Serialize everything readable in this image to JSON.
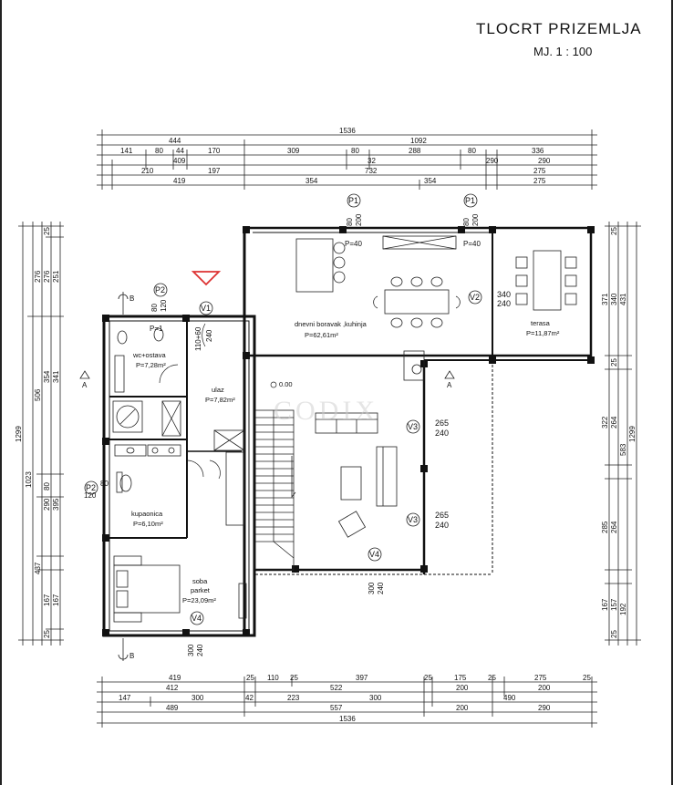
{
  "title": "TLOCRT PRIZEMLJA",
  "scale": "MJ. 1 : 100",
  "watermark": "CODIX",
  "rooms": {
    "living": {
      "name": "dnevni boravak ,kuhinja",
      "area": "P=62,61m²"
    },
    "terrace": {
      "name": "terasa",
      "area": "P=11,87m²"
    },
    "wc": {
      "name": "wc+ostava",
      "area": "P=7,28m²"
    },
    "entrance": {
      "name": "ulaz",
      "area": "P=7,82m²"
    },
    "bathroom": {
      "name": "kupaonica",
      "area": "P=6,10m²"
    },
    "bedroom": {
      "name": "soba",
      "sub": "parket",
      "area": "P=23,09m²"
    }
  },
  "level_mark": "0.00",
  "sections": {
    "a": "A",
    "b": "B"
  },
  "openings": {
    "p1_left": {
      "tag": "P1",
      "w": "80",
      "h": "200",
      "sill": "P=40"
    },
    "p1_right": {
      "tag": "P1",
      "w": "80",
      "h": "200",
      "sill": "P=40"
    },
    "p2_top": {
      "tag": "P2",
      "w": "80",
      "h": "120",
      "sill": "P=1"
    },
    "p2_left": {
      "tag": "P2",
      "w": "80",
      "h": "120"
    },
    "v1": {
      "tag": "V1",
      "w": "110+60",
      "h": "240"
    },
    "v2": {
      "tag": "V2",
      "w": "340",
      "h": "240"
    },
    "v3a": {
      "tag": "V3",
      "w": "265",
      "h": "240"
    },
    "v3b": {
      "tag": "V3",
      "w": "265",
      "h": "240"
    },
    "v4a": {
      "tag": "V4",
      "w": "300",
      "h": "240"
    },
    "v4b": {
      "tag": "V4",
      "w": "300",
      "h": "240"
    }
  },
  "dims_top": {
    "row1": [
      "1536"
    ],
    "row2": [
      "444",
      "1092"
    ],
    "row3": [
      "141",
      "80",
      "44",
      "170",
      "309",
      "80",
      "288",
      "80",
      "336"
    ],
    "row4": [
      "409",
      "32",
      "290",
      "290"
    ],
    "row5": [
      "210",
      "197",
      "732",
      "275"
    ],
    "row6": [
      "419",
      "354",
      "354",
      "275"
    ]
  },
  "dims_bottom": {
    "row1": [
      "419",
      "25",
      "110",
      "25",
      "397",
      "25",
      "175",
      "25",
      "275",
      "25"
    ],
    "row2": [
      "412",
      "522",
      "200",
      "200"
    ],
    "row3": [
      "147",
      "300",
      "42",
      "223",
      "300",
      "490"
    ],
    "row4": [
      "489",
      "557",
      "200",
      "290"
    ],
    "row5": [
      "1536"
    ]
  },
  "dims_left": {
    "outer": "1299",
    "mid": "1023",
    "col3": [
      "276",
      "506",
      "437"
    ],
    "col4": [
      "25",
      "276",
      "354",
      "80",
      "290",
      "167",
      "25"
    ],
    "col5": [
      "251",
      "341",
      "395",
      "167"
    ]
  },
  "dims_right": {
    "col1": [
      "371",
      "322",
      "285",
      "167"
    ],
    "col2": [
      "25",
      "340",
      "25",
      "264",
      "264",
      "157",
      "25"
    ],
    "col3": [
      "431",
      "583",
      "192"
    ],
    "outer": "1299"
  }
}
